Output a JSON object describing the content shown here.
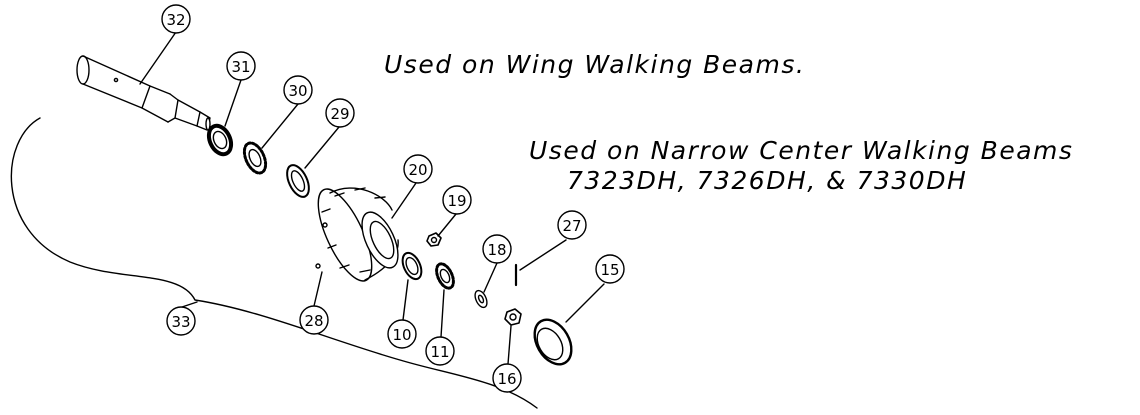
{
  "notes": {
    "line1": "Used on Wing Walking Beams.",
    "line2": "Used on Narrow Center Walking Beams",
    "line3": "7323DH, 7326DH, & 7330DH"
  },
  "callouts": {
    "c32": "32",
    "c31": "31",
    "c30": "30",
    "c29": "29",
    "c20": "20",
    "c19": "19",
    "c18": "18",
    "c27": "27",
    "c15": "15",
    "c33": "33",
    "c28": "28",
    "c10": "10",
    "c11": "11",
    "c16": "16"
  }
}
